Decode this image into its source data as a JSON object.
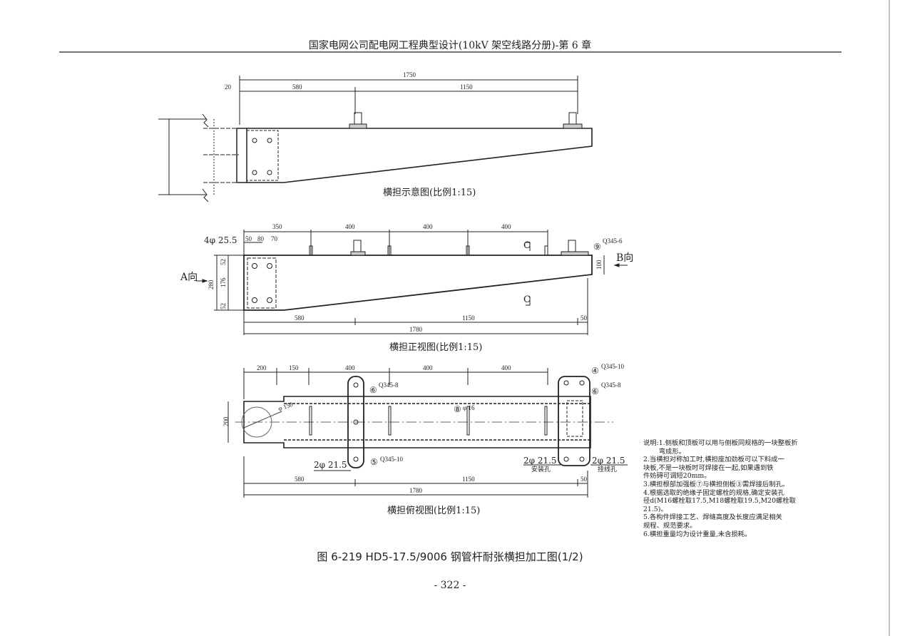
{
  "header": {
    "title": "国家电网公司配电网工程典型设计(10kV 架空线路分册)-第 6 章"
  },
  "views": {
    "schematic": {
      "caption": "横担示意图(比例1:15)",
      "dims": {
        "total": "1750",
        "offset": "20",
        "seg1": "580",
        "seg2": "1150"
      }
    },
    "front": {
      "caption": "横担正视图(比例1:15)",
      "top_dims": [
        "350",
        "400",
        "400",
        "400"
      ],
      "hole_label": "4φ 25.5",
      "hole_dims": [
        "50",
        "80",
        "70"
      ],
      "left_dims": {
        "total": "280",
        "d1": "52",
        "d2": "176",
        "d3": "52"
      },
      "right_dim": "100",
      "bottom_dims": [
        "580",
        "1150",
        "50"
      ],
      "bottom_total": "1780",
      "dir_a": "A向",
      "dir_b": "B向",
      "section": "C",
      "part9": "⑨",
      "part9_spec": "Q345-6"
    },
    "top": {
      "caption": "横担俯视图(比例1:15)",
      "top_dims": [
        "200",
        "150",
        "400",
        "400",
        "400"
      ],
      "width_dim": "200",
      "pipe": "φ 150",
      "part6": "⑥",
      "part6_spec": "Q345-8",
      "part8": "⑧",
      "part8_spec": "φ 16",
      "part5": "⑤",
      "part5_spec": "Q345-10",
      "part4": "④",
      "part4_spec": "Q345-10",
      "part6b": "⑥",
      "part6b_spec": "Q345-8",
      "hole_left": "2φ 21.5",
      "hole_mid": "2φ 21.5",
      "hole_mid_note": "安装孔",
      "hole_right": "2φ 21.5",
      "hole_right_note": "挂线孔",
      "bottom_dims": [
        "580",
        "1150",
        "50"
      ],
      "bottom_total": "1780"
    }
  },
  "notes": {
    "title": "说明:",
    "items": [
      {
        "line1": "1.侧板和顶板可以用与侧板同规格的一块整板折",
        "line2": "弯成形。"
      },
      {
        "line1": "2.当横担对称加工时,横担座加劲板可以下料成一",
        "line2": "块板,不是一块板时可焊接在一起,如果遇到铁",
        "line3": "件妨碍可调短20mm。"
      },
      {
        "line1": "3.横担根部加强板⑦与横担侧板③需焊接后制孔。"
      },
      {
        "line1": "4.根据选取的绝缘子固定螺栓的规格,确定安装孔",
        "line2": "径d(M16螺栓取17.5,M18螺栓取19.5,M20螺栓取",
        "line3": "21.5)。"
      },
      {
        "line1": "5.各构件焊接工艺、焊缝高度及长度应满足相关",
        "line2": "规程、规范要求。"
      },
      {
        "line1": "6.横担重量均为设计重量,未含损耗。"
      }
    ]
  },
  "figure": {
    "caption": "图 6-219  HD5-17.5/9006 钢管杆耐张横担加工图(1/2)"
  },
  "page": {
    "number": "- 322 -"
  }
}
